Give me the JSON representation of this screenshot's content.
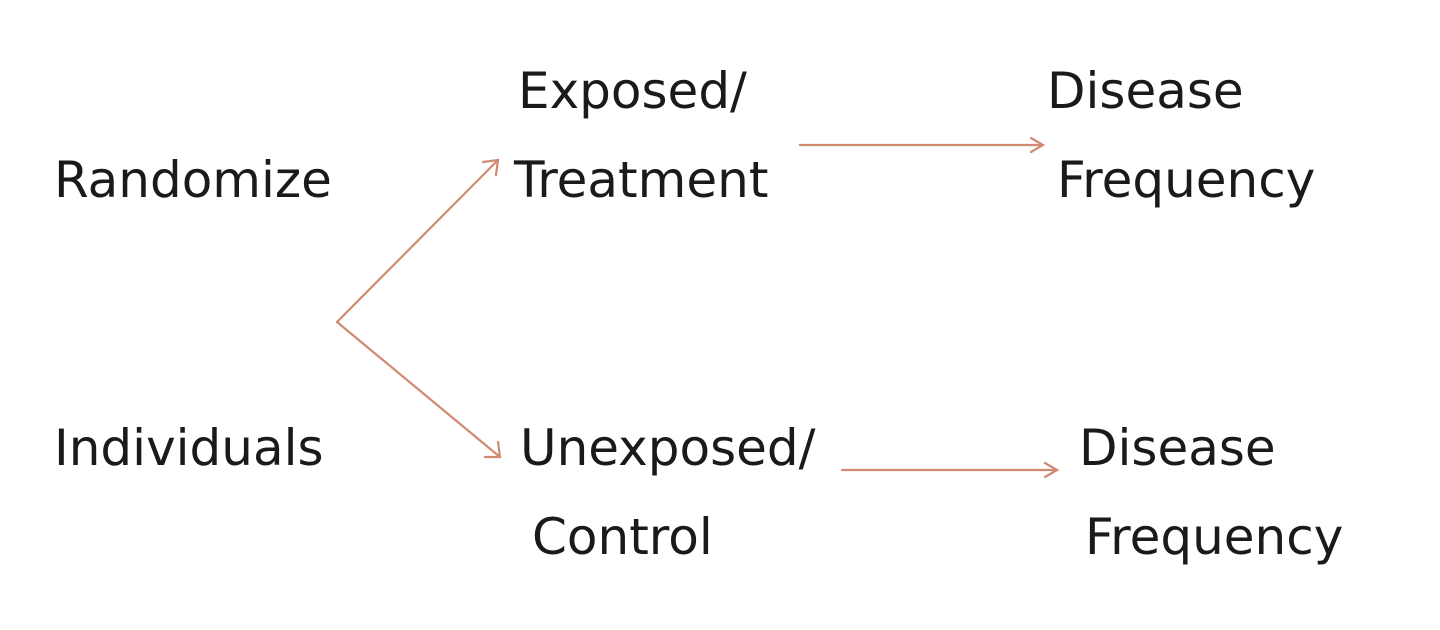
{
  "left_labels": {
    "line1": "Randomize",
    "line2": "Individuals"
  },
  "upper_group": {
    "line1": "Exposed/",
    "line2": "Treatment"
  },
  "lower_group": {
    "line1": "Unexposed/",
    "line2": "Control"
  },
  "upper_outcome": {
    "line1": "Disease",
    "line2": "Frequency"
  },
  "lower_outcome": {
    "line1": "Disease",
    "line2": "Frequency"
  },
  "colors": {
    "arrow": "#d08a70",
    "text": "#1a1a1a"
  }
}
